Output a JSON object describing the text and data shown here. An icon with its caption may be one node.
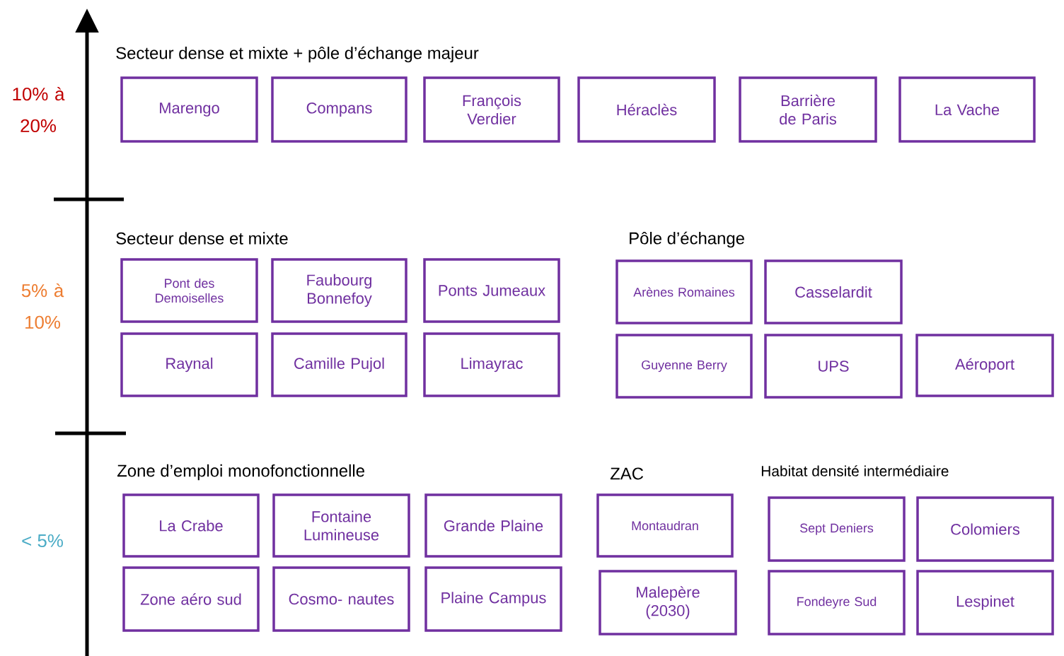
{
  "diagram": {
    "nodes": [
      {
        "text": [
          "Marengo"
        ]
      },
      {
        "text": [
          "Compans"
        ]
      },
      {
        "text": [
          "François Verdier"
        ]
      },
      {
        "text": [
          "Héraclès"
        ]
      },
      {
        "text": [
          "Barrière de Paris"
        ]
      },
      {
        "text": [
          "La Vache"
        ]
      },
      {
        "text": [
          "Pont des Demoiselles"
        ]
      },
      {
        "text": [
          "Faubourg Bonnefoy"
        ]
      },
      {
        "text": [
          "Ponts Jumeaux"
        ]
      },
      {
        "text": [
          "Arènes Romaines"
        ]
      },
      {
        "text": [
          "Casselardit"
        ]
      },
      {
        "text": [
          "Raynal"
        ]
      },
      {
        "text": [
          "Camille Pujol"
        ]
      },
      {
        "text": [
          "Limayrac"
        ]
      },
      {
        "text": [
          "Guyenne Berry"
        ]
      },
      {
        "text": [
          "UPS"
        ]
      },
      {
        "text": [
          "Aéroport"
        ]
      },
      {
        "text": [
          "La Crabe"
        ]
      },
      {
        "text": [
          "Fontaine Lumineuse"
        ]
      },
      {
        "text": [
          "Grande Plaine"
        ]
      },
      {
        "text": [
          "Montaudran"
        ]
      },
      {
        "text": [
          "Sept Deniers"
        ]
      },
      {
        "text": [
          "Colomiers"
        ]
      },
      {
        "text": [
          "Zone aéro sud"
        ]
      },
      {
        "text": [
          "Cosmo- nautes"
        ]
      },
      {
        "text": [
          "Plaine Campus"
        ]
      },
      {
        "text": [
          "Malepère (2030)"
        ]
      },
      {
        "text": [
          "Fondeyre Sud"
        ]
      },
      {
        "text": [
          "Lespinet"
        ]
      }
    ],
    "labels": [
      "Secteur dense et mixte + pôle d’échange majeur",
      "10% à 20%",
      "Secteur dense et mixte",
      "Pôle d’échange",
      "5% à 10%",
      "Zone d’emploi monofonctionnelle",
      "ZAC",
      "Habitat densité intermédiaire",
      "< 5%"
    ]
  }
}
